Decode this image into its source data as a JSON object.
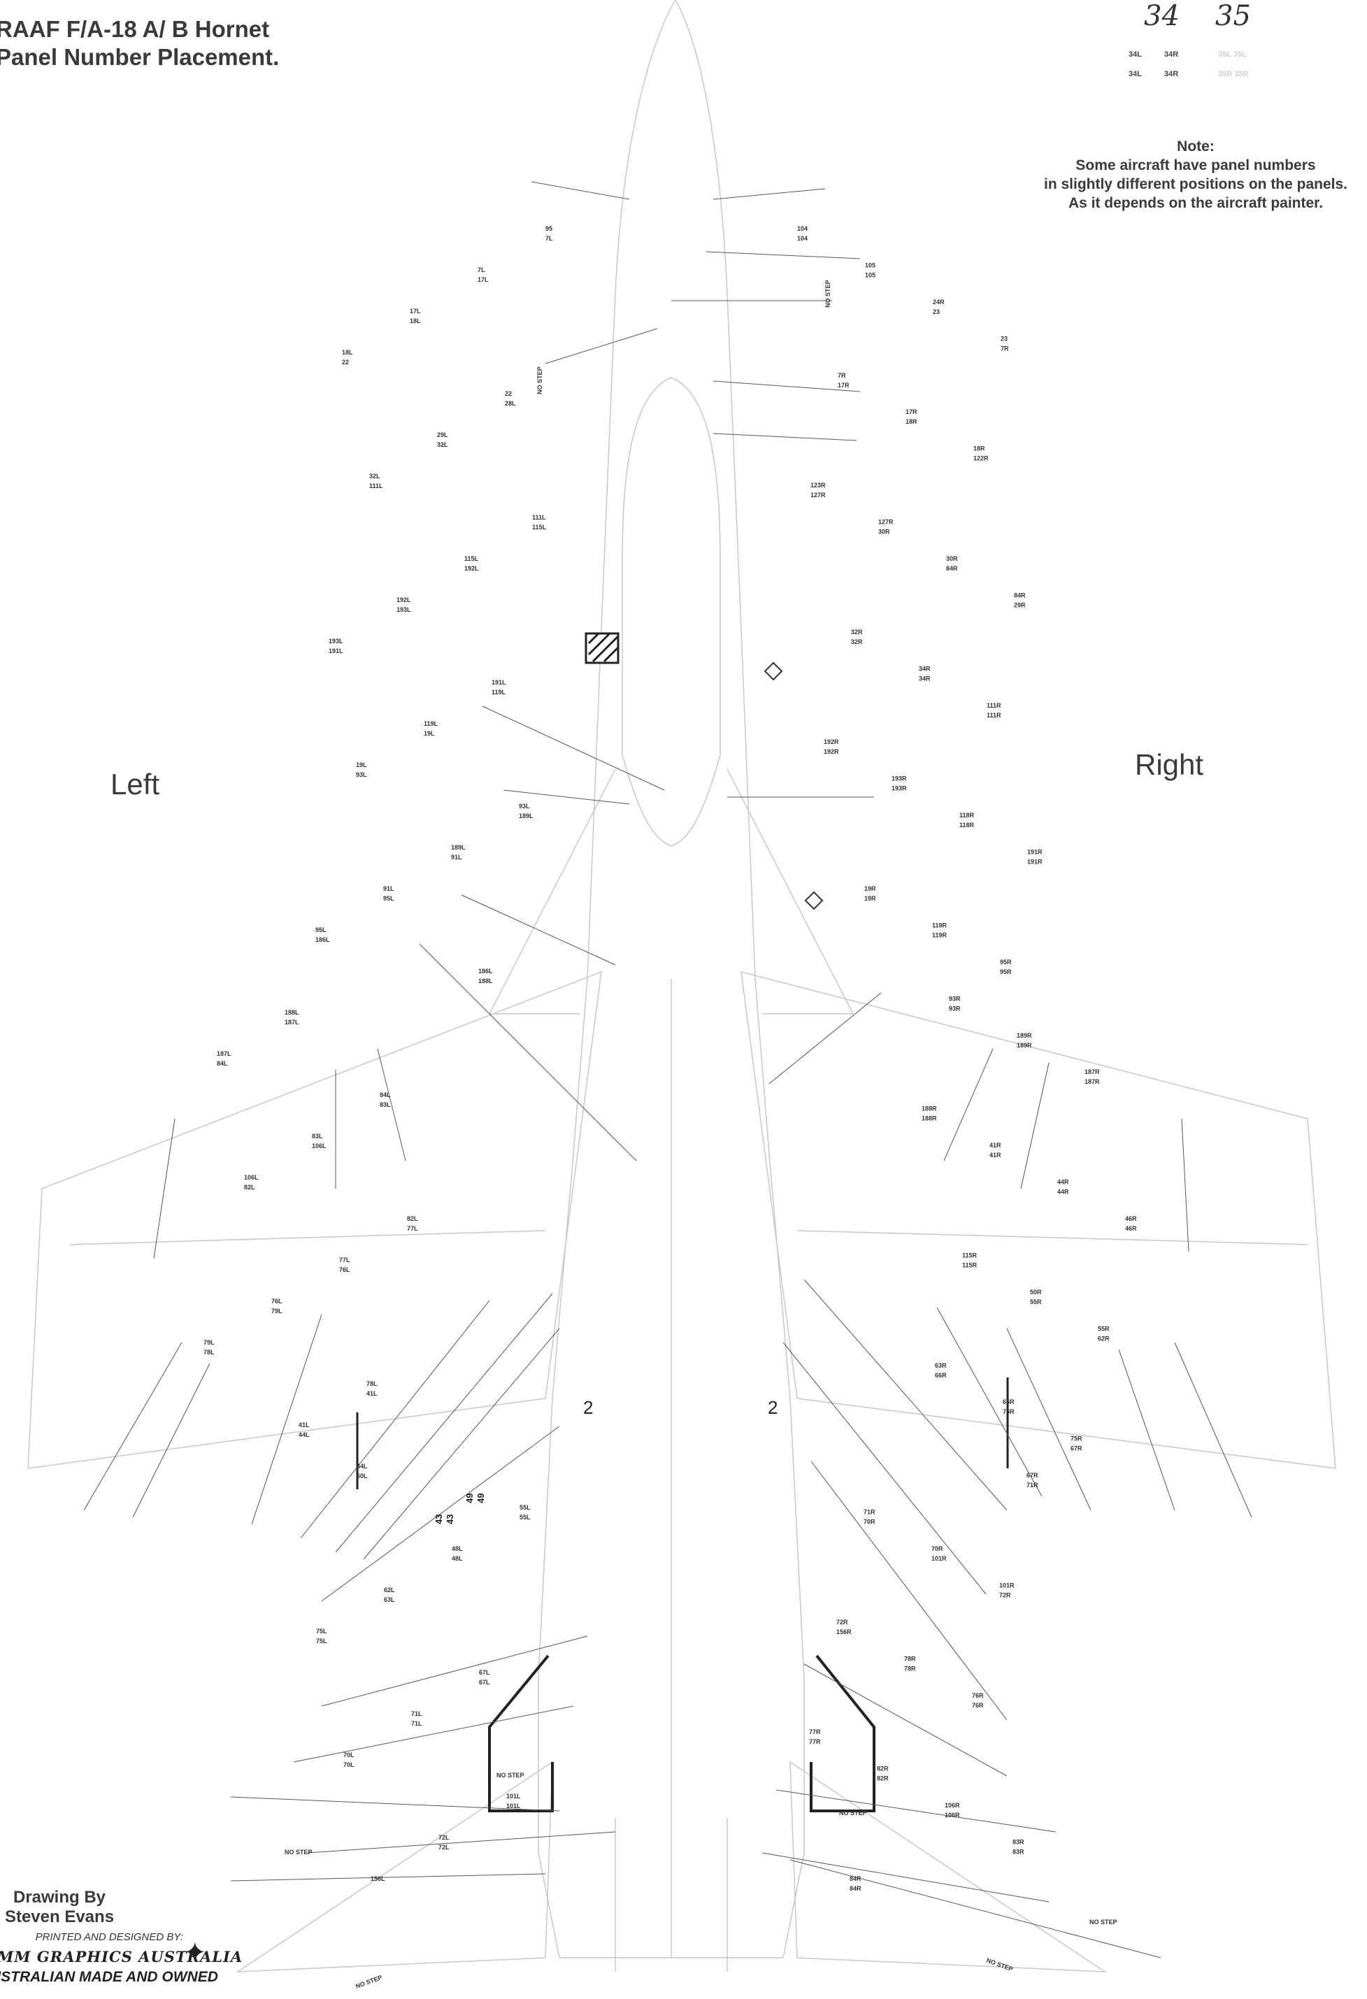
{
  "header": {
    "title_line1": "RAAF F/A-18 A/ B Hornet",
    "title_line2": "Panel Number Placement."
  },
  "stencil_key": {
    "numbers": [
      "34",
      "35"
    ],
    "rows": [
      [
        "34L",
        "34R",
        "35L 35L"
      ],
      [
        "34L",
        "34R",
        "35R 35R"
      ]
    ]
  },
  "note": {
    "heading": "Note:",
    "lines": [
      "Some aircraft have panel numbers",
      "in slightly different positions on the panels.",
      "As it depends on the aircraft painter."
    ]
  },
  "sides": {
    "left": "Left",
    "right": "Right"
  },
  "markings": {
    "no_step": "NO STEP",
    "big_numbers": [
      "2",
      "2",
      "43",
      "43",
      "49",
      "49"
    ]
  },
  "callouts": {
    "left": [
      "95",
      "7L",
      "7L",
      "17L",
      "17L",
      "18L",
      "18L",
      "22",
      "22",
      "28L",
      "29L",
      "32L",
      "32L",
      "111L",
      "111L",
      "115L",
      "115L",
      "192L",
      "192L",
      "193L",
      "193L",
      "191L",
      "191L",
      "119L",
      "119L",
      "19L",
      "19L",
      "93L",
      "93L",
      "189L",
      "189L",
      "91L",
      "91L",
      "95L",
      "95L",
      "186L",
      "186L",
      "188L",
      "188L",
      "187L",
      "187L",
      "84L",
      "84L",
      "83L",
      "83L",
      "106L",
      "106L",
      "82L",
      "82L",
      "77L",
      "77L",
      "76L",
      "76L",
      "79L",
      "79L",
      "78L",
      "78L",
      "41L",
      "41L",
      "44L",
      "44L",
      "50L",
      "55L",
      "55L",
      "48L",
      "48L",
      "62L",
      "63L",
      "75L",
      "75L",
      "67L",
      "67L",
      "71L",
      "71L",
      "70L",
      "70L",
      "101L",
      "101L",
      "72L",
      "72L",
      "156L"
    ],
    "right": [
      "104",
      "104",
      "105",
      "105",
      "24R",
      "23",
      "23",
      "7R",
      "7R",
      "17R",
      "17R",
      "18R",
      "18R",
      "122R",
      "123R",
      "127R",
      "127R",
      "30R",
      "30R",
      "84R",
      "84R",
      "29R",
      "32R",
      "32R",
      "34R",
      "34R",
      "111R",
      "111R",
      "192R",
      "192R",
      "193R",
      "193R",
      "118R",
      "118R",
      "191R",
      "191R",
      "19R",
      "19R",
      "119R",
      "119R",
      "95R",
      "95R",
      "93R",
      "93R",
      "189R",
      "189R",
      "187R",
      "187R",
      "188R",
      "188R",
      "41R",
      "41R",
      "44R",
      "44R",
      "46R",
      "46R",
      "115R",
      "115R",
      "50R",
      "55R",
      "55R",
      "62R",
      "63R",
      "66R",
      "66R",
      "75R",
      "75R",
      "67R",
      "67R",
      "71R",
      "71R",
      "70R",
      "70R",
      "101R",
      "101R",
      "72R",
      "72R",
      "156R",
      "78R",
      "78R",
      "76R",
      "76R",
      "77R",
      "77R",
      "82R",
      "82R",
      "106R",
      "106R",
      "83R",
      "83R",
      "84R",
      "84R"
    ]
  },
  "credits": {
    "drawing_by": "Drawing By",
    "author": "Steven Evans",
    "printed": "PRINTED AND DESIGNED BY:",
    "brand": "MM GRAPHICS AUSTRALIA",
    "made": "USTRALIAN MADE AND OWNED"
  }
}
